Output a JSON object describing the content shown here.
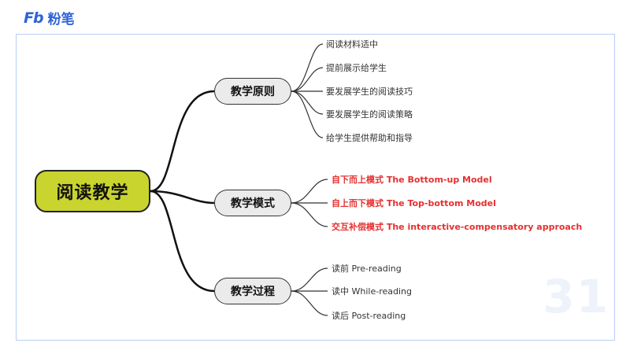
{
  "brand": {
    "logo_mark": "Fb",
    "logo_text": "粉笔",
    "watermark": "31"
  },
  "root": {
    "label": "阅读教学"
  },
  "branches": [
    {
      "label": "教学原则",
      "items": [
        {
          "label": "阅读材料适中",
          "highlight": false
        },
        {
          "label": "提前展示给学生",
          "highlight": false
        },
        {
          "label": "要发展学生的阅读技巧",
          "highlight": false
        },
        {
          "label": "要发展学生的阅读策略",
          "highlight": false
        },
        {
          "label": "给学生提供帮助和指导",
          "highlight": false
        }
      ]
    },
    {
      "label": "教学模式",
      "items": [
        {
          "label": "自下而上模式 The Bottom-up Model",
          "highlight": true
        },
        {
          "label": "自上而下模式 The Top-bottom Model",
          "highlight": true
        },
        {
          "label": "交互补偿模式 The interactive-compensatory approach",
          "highlight": true
        }
      ]
    },
    {
      "label": "教学过程",
      "items": [
        {
          "label": "读前 Pre-reading",
          "highlight": false
        },
        {
          "label": "读中 While-reading",
          "highlight": false
        },
        {
          "label": "读后 Post-reading",
          "highlight": false
        }
      ]
    }
  ],
  "colors": {
    "brand": "#2f63d8",
    "root_fill": "#c9d42e",
    "branch_fill": "#ebebeb",
    "highlight_text": "#e53030"
  }
}
